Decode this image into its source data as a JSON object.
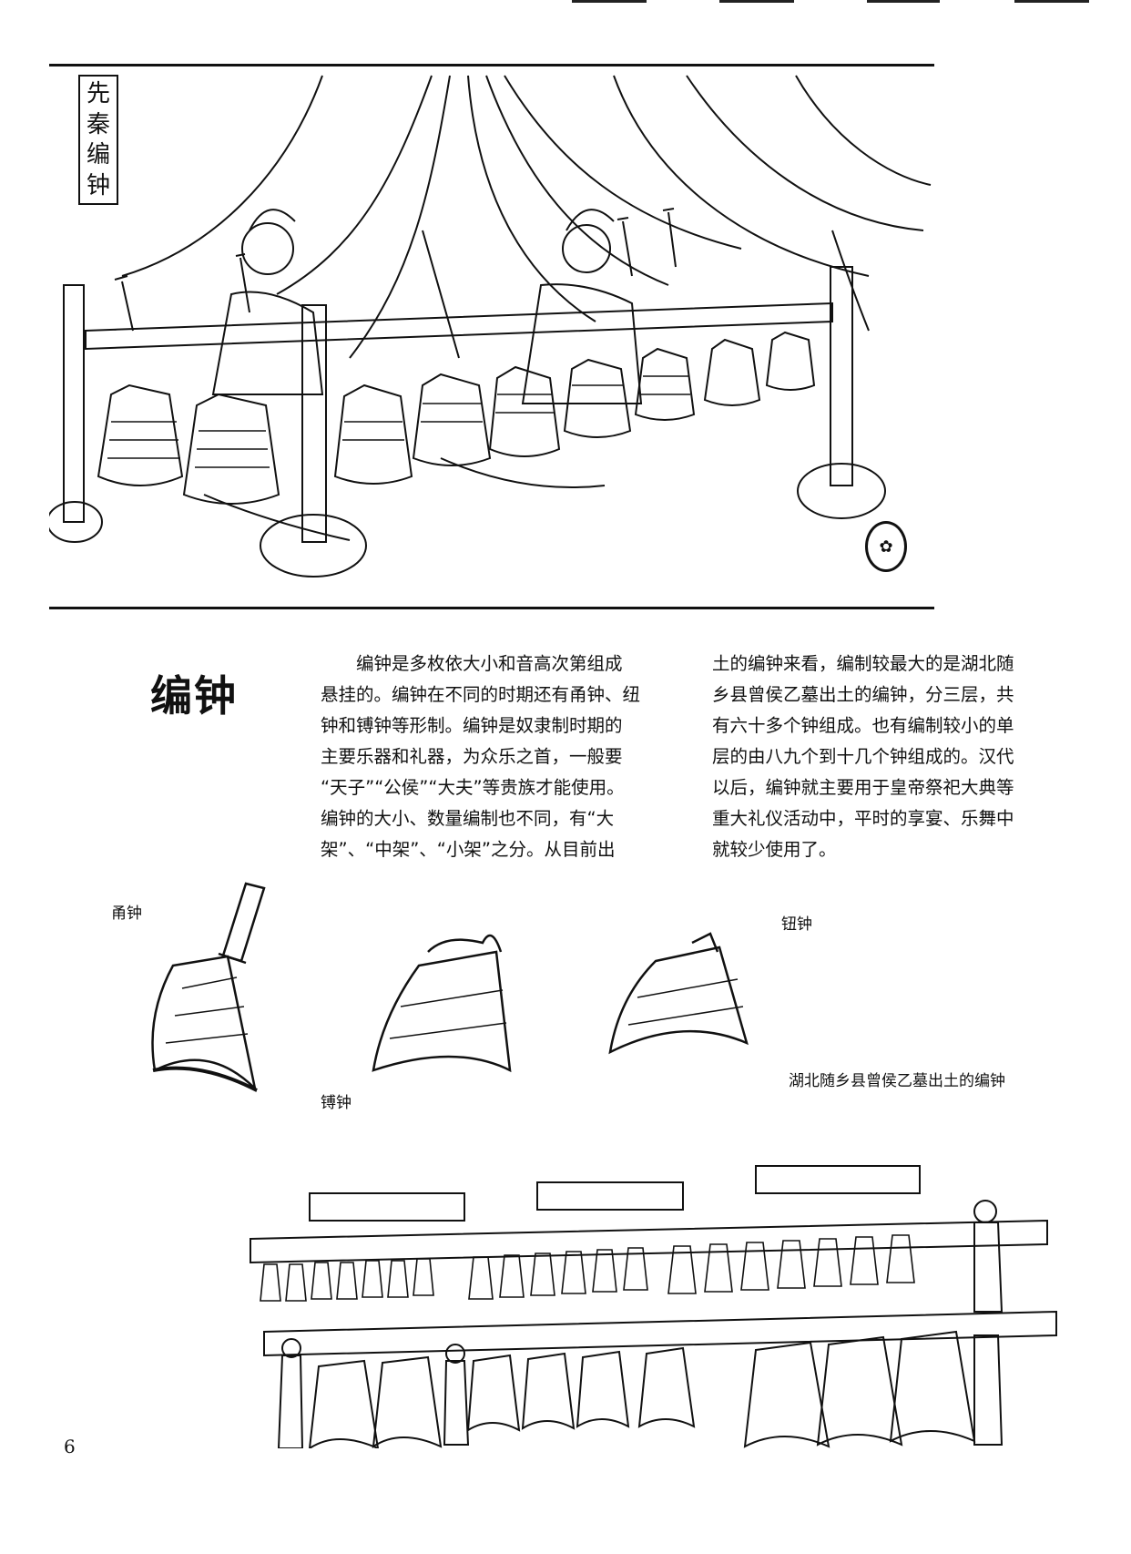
{
  "illustration": {
    "title_seal": [
      "先",
      "秦",
      "编",
      "钟"
    ],
    "stamp_icon": "artist-seal"
  },
  "article": {
    "heading": "编钟",
    "col1": [
      "编钟是多枚依大小和音高次第组成",
      "悬挂的。编钟在不同的时期还有甬钟、纽",
      "钟和镈钟等形制。编钟是奴隶制时期的",
      "主要乐器和礼器，为众乐之首，一般要",
      "“天子”“公侯”“大夫”等贵族才能使用。",
      "编钟的大小、数量编制也不同，有“大",
      "架”、“中架”、“小架”之分。从目前出"
    ],
    "col2": [
      "土的编钟来看，编制较最大的是湖北随",
      "乡县曾侯乙墓出土的编钟，分三层，共",
      "有六十多个钟组成。也有编制较小的单",
      "层的由八九个到十几个钟组成的。汉代",
      "以后，编钟就主要用于皇帝祭祀大典等",
      "重大礼仪活动中，平时的享宴、乐舞中",
      "就较少使用了。"
    ]
  },
  "labels": {
    "yong_bell": "甬钟",
    "bo_bell": "镈钟",
    "niu_bell": "钮钟",
    "zeng_bells": "湖北随乡县曾侯乙墓出土的编钟"
  },
  "page_number": "6"
}
